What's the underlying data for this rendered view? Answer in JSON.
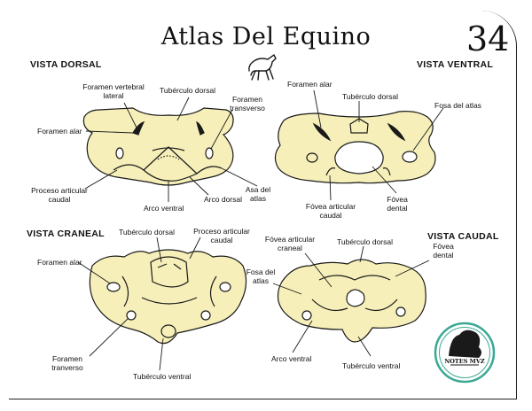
{
  "title": "Atlas Del Equino",
  "page_number": "34",
  "views": {
    "dorsal": "VISTA DORSAL",
    "ventral": "VISTA VENTRAL",
    "craneal": "VISTA CRANEAL",
    "caudal": "VISTA CAUDAL"
  },
  "labels": {
    "dorsal": {
      "foramen_vertebral_lateral": "Foramen vertebral lateral",
      "tuberculo_dorsal": "Tubérculo dorsal",
      "foramen_transverso": "Foramen transverso",
      "foramen_alar": "Foramen alar",
      "proceso_articular_caudal": "Proceso articular caudal",
      "arco_ventral": "Arco ventral",
      "arco_dorsal": "Arco dorsal",
      "asa_del_atlas": "Asa del atlas"
    },
    "ventral": {
      "foramen_alar": "Foramen alar",
      "tuberculo_dorsal": "Tubérculo dorsal",
      "fosa_del_atlas": "Fosa del atlas",
      "fovea_articular_caudal": "Fóvea articular caudal",
      "fovea_dental": "Fóvea dental"
    },
    "craneal": {
      "tuberculo_dorsal": "Tubérculo dorsal",
      "proceso_articular_caudal": "Proceso articular caudal",
      "foramen_alar": "Foramen alar",
      "foramen_tranverso": "Foramen tranverso",
      "tuberculo_ventral": "Tubérculo ventral"
    },
    "caudal": {
      "fovea_articular_craneal": "Fóvea articular craneal",
      "tuberculo_dorsal": "Tubérculo dorsal",
      "fovea_dental": "Fóvea dental",
      "fosa_del_atlas": "Fosa del atlas",
      "arco_ventral": "Arco ventral",
      "tuberculo_ventral": "Tubérculo ventral"
    }
  },
  "logo": {
    "text": "NOTES MVZ"
  },
  "colors": {
    "bone": "#f6efb9",
    "outline": "#1a1a1a",
    "logo_ring": "#3aa893",
    "logo_bg": "#ffffff"
  },
  "icons": {
    "horse": "horse-icon"
  }
}
